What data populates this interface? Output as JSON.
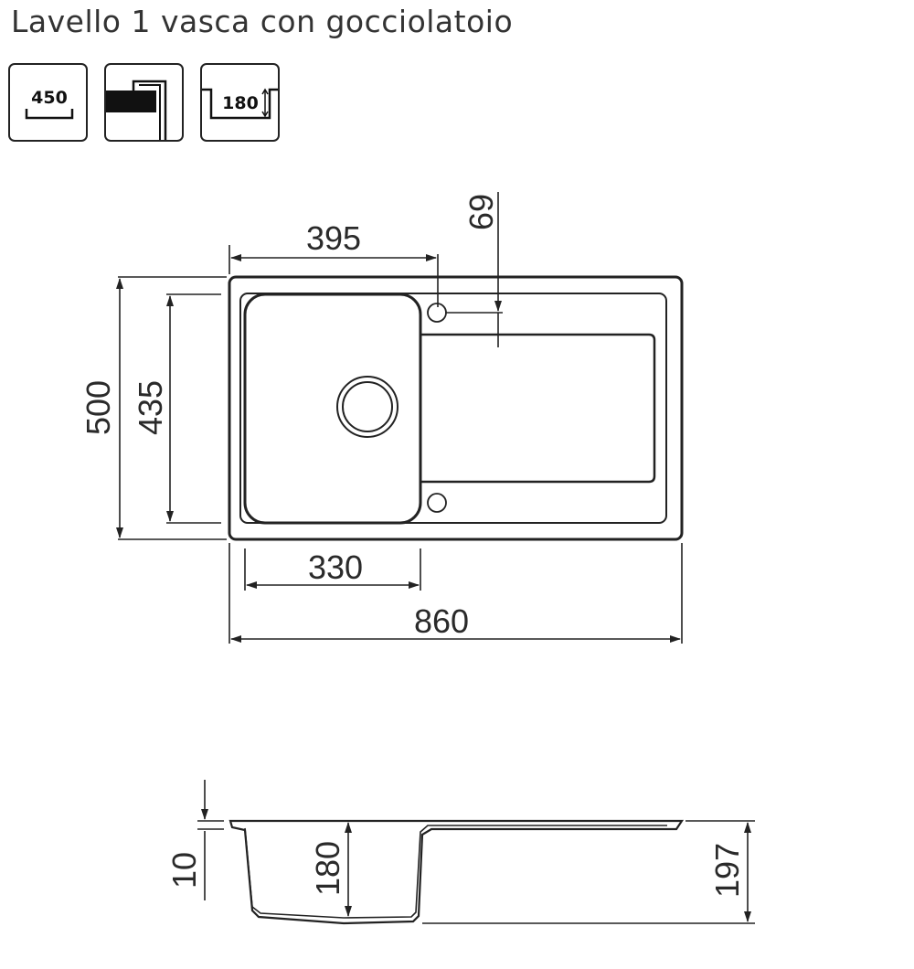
{
  "header": {
    "title": "Lavello 1 vasca con gocciolatoio"
  },
  "icons": {
    "cabinet": {
      "label": "450",
      "icon": "cabinet-width-icon"
    },
    "mounting": {
      "icon": "top-mount-icon"
    },
    "depth": {
      "label": "180",
      "icon": "bowl-depth-icon"
    }
  },
  "top_view": {
    "dim_bowl_offset": "395",
    "dim_tap_hole": "69",
    "dim_total_depth": "500",
    "dim_bowl_depth": "435",
    "dim_bowl_width": "330",
    "dim_total_width": "860"
  },
  "side_view": {
    "dim_rim": "10",
    "dim_bowl_height": "180",
    "dim_total_height": "197"
  },
  "colors": {
    "line": "#222222",
    "text": "#2a2a2a"
  }
}
